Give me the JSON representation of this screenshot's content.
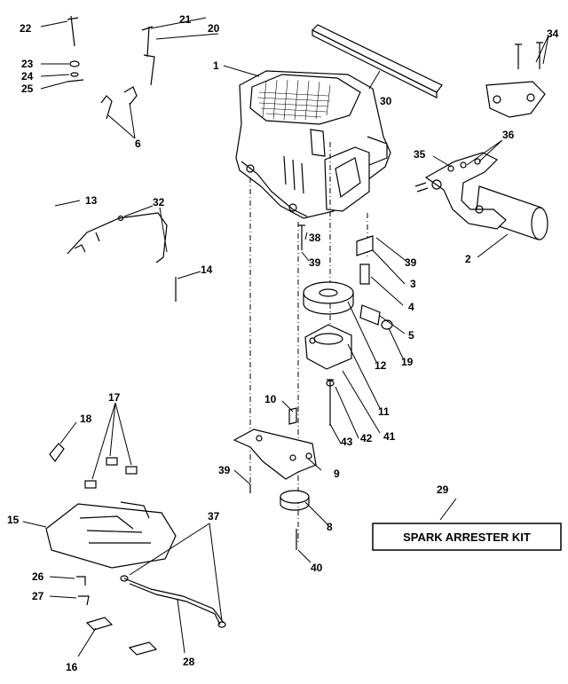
{
  "diagram": {
    "kit_box_label": "SPARK ARRESTER KIT",
    "callouts": [
      {
        "id": "1",
        "label": "1"
      },
      {
        "id": "2",
        "label": "2"
      },
      {
        "id": "3",
        "label": "3"
      },
      {
        "id": "4",
        "label": "4"
      },
      {
        "id": "5",
        "label": "5"
      },
      {
        "id": "6",
        "label": "6"
      },
      {
        "id": "8",
        "label": "8"
      },
      {
        "id": "9",
        "label": "9"
      },
      {
        "id": "10",
        "label": "10"
      },
      {
        "id": "11",
        "label": "11"
      },
      {
        "id": "12",
        "label": "12"
      },
      {
        "id": "13",
        "label": "13"
      },
      {
        "id": "14",
        "label": "14"
      },
      {
        "id": "15",
        "label": "15"
      },
      {
        "id": "16",
        "label": "16"
      },
      {
        "id": "17",
        "label": "17"
      },
      {
        "id": "18",
        "label": "18"
      },
      {
        "id": "19",
        "label": "19"
      },
      {
        "id": "20",
        "label": "20"
      },
      {
        "id": "21",
        "label": "21"
      },
      {
        "id": "22",
        "label": "22"
      },
      {
        "id": "23",
        "label": "23"
      },
      {
        "id": "24",
        "label": "24"
      },
      {
        "id": "25",
        "label": "25"
      },
      {
        "id": "26",
        "label": "26"
      },
      {
        "id": "27",
        "label": "27"
      },
      {
        "id": "28",
        "label": "28"
      },
      {
        "id": "29",
        "label": "29"
      },
      {
        "id": "30",
        "label": "30"
      },
      {
        "id": "32",
        "label": "32"
      },
      {
        "id": "34",
        "label": "34"
      },
      {
        "id": "35",
        "label": "35"
      },
      {
        "id": "36",
        "label": "36"
      },
      {
        "id": "37",
        "label": "37"
      },
      {
        "id": "38",
        "label": "38"
      },
      {
        "id": "39a",
        "label": "39"
      },
      {
        "id": "39b",
        "label": "39"
      },
      {
        "id": "39c",
        "label": "39"
      },
      {
        "id": "40",
        "label": "40"
      },
      {
        "id": "41",
        "label": "41"
      },
      {
        "id": "42",
        "label": "42"
      },
      {
        "id": "43",
        "label": "43"
      }
    ]
  }
}
